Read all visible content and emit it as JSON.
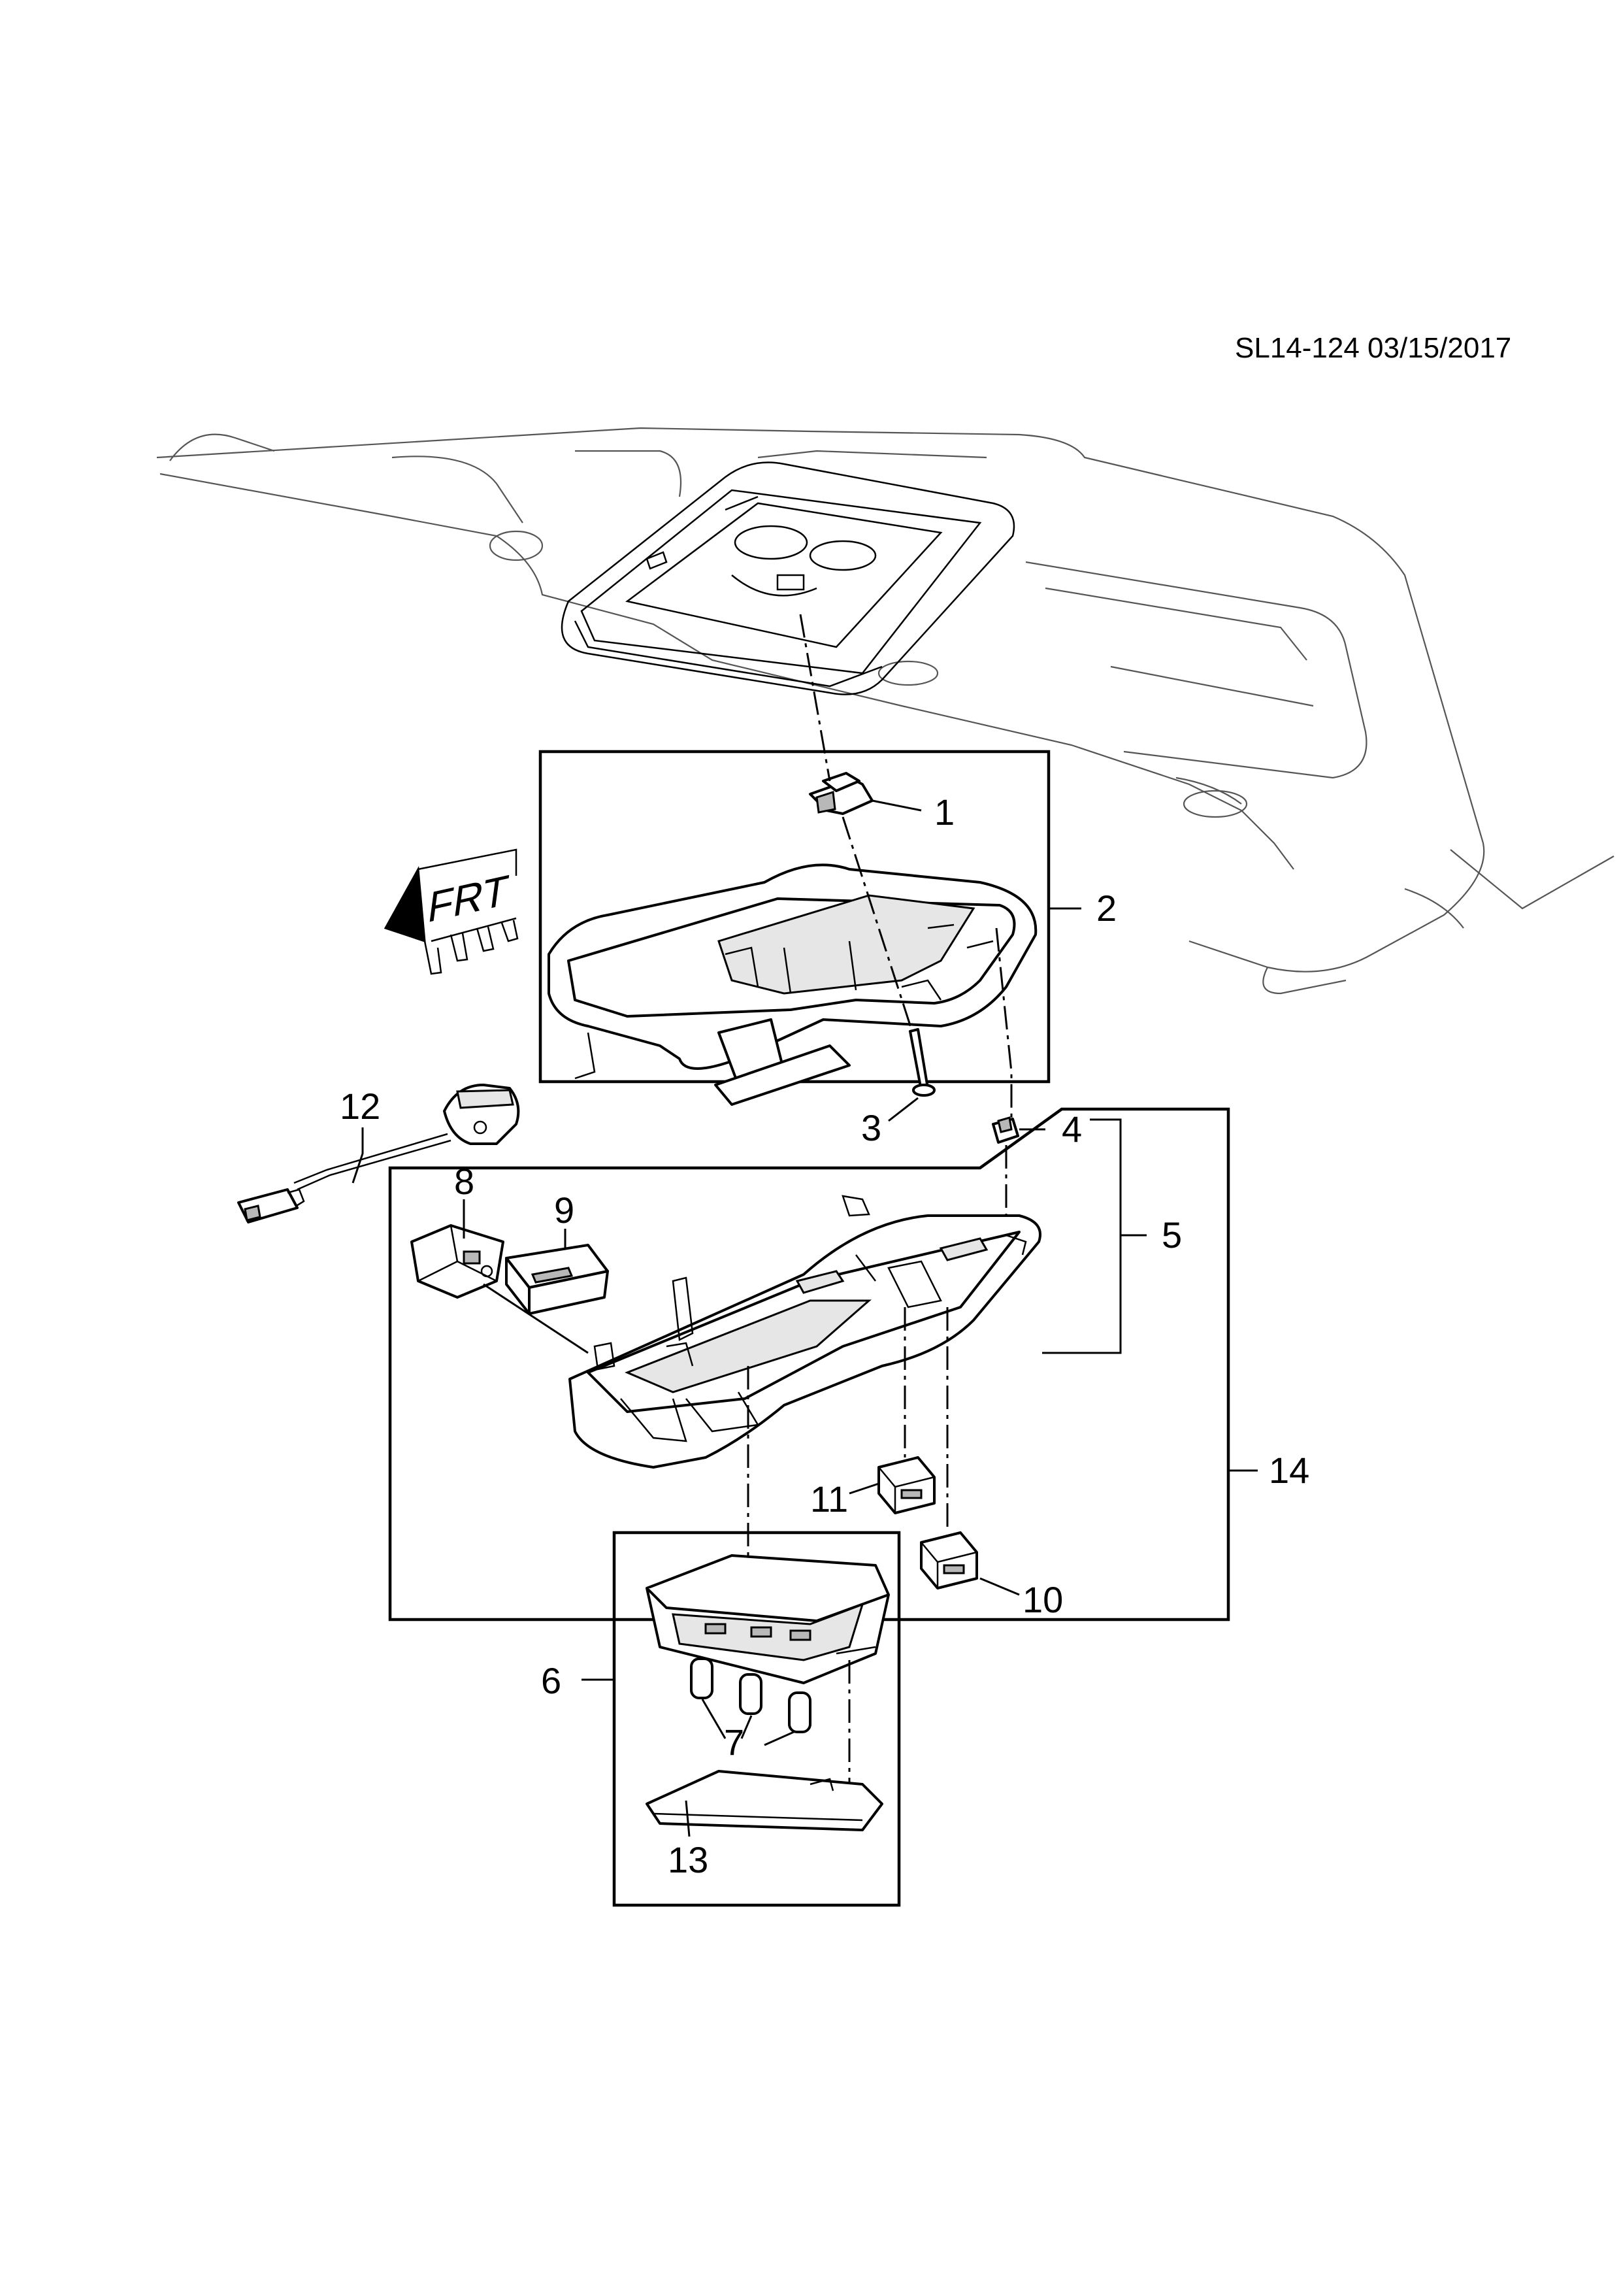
{
  "document_ref": "SL14-124 03/15/2017",
  "orientation_arrow": {
    "label": "FRT",
    "icon": "front-direction-arrow-icon"
  },
  "callouts": [
    "1",
    "2",
    "3",
    "4",
    "5",
    "6",
    "7",
    "8",
    "9",
    "10",
    "11",
    "12",
    "13",
    "14"
  ],
  "colors": {
    "line": "#000000",
    "background": "#ffffff",
    "shade": "#e6e6e6"
  }
}
